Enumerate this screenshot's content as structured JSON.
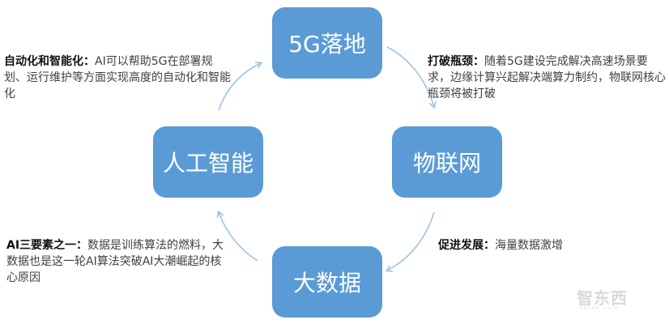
{
  "nodes": {
    "top": "5G落地",
    "left": "人工智能",
    "right": "物联网",
    "bottom": "大数据"
  },
  "notes": {
    "top_left": {
      "title": "自动化和智能化：",
      "body": "AI可以帮助5G在部署规划、运行维护等方面实现高度的自动化和智能化"
    },
    "top_right": {
      "title": "打破瓶颈：",
      "body": "随着5G建设完成解决高速场景要求，边缘计算兴起解决端算力制约，物联网核心瓶颈将被打破"
    },
    "bottom_right": {
      "title": "促进发展：",
      "body": "海量数据激增"
    },
    "bottom_left": {
      "title": "AI三要素之一：",
      "body": "数据是训练算法的燃料，大数据也是这一轮AI算法突破AI大潮崛起的核心原因"
    }
  },
  "watermark": {
    "brand": "智东西",
    "sub": "zhidx.com"
  },
  "colors": {
    "box_fill": "#5b9bd5",
    "arrow": "#9dc3e6"
  }
}
